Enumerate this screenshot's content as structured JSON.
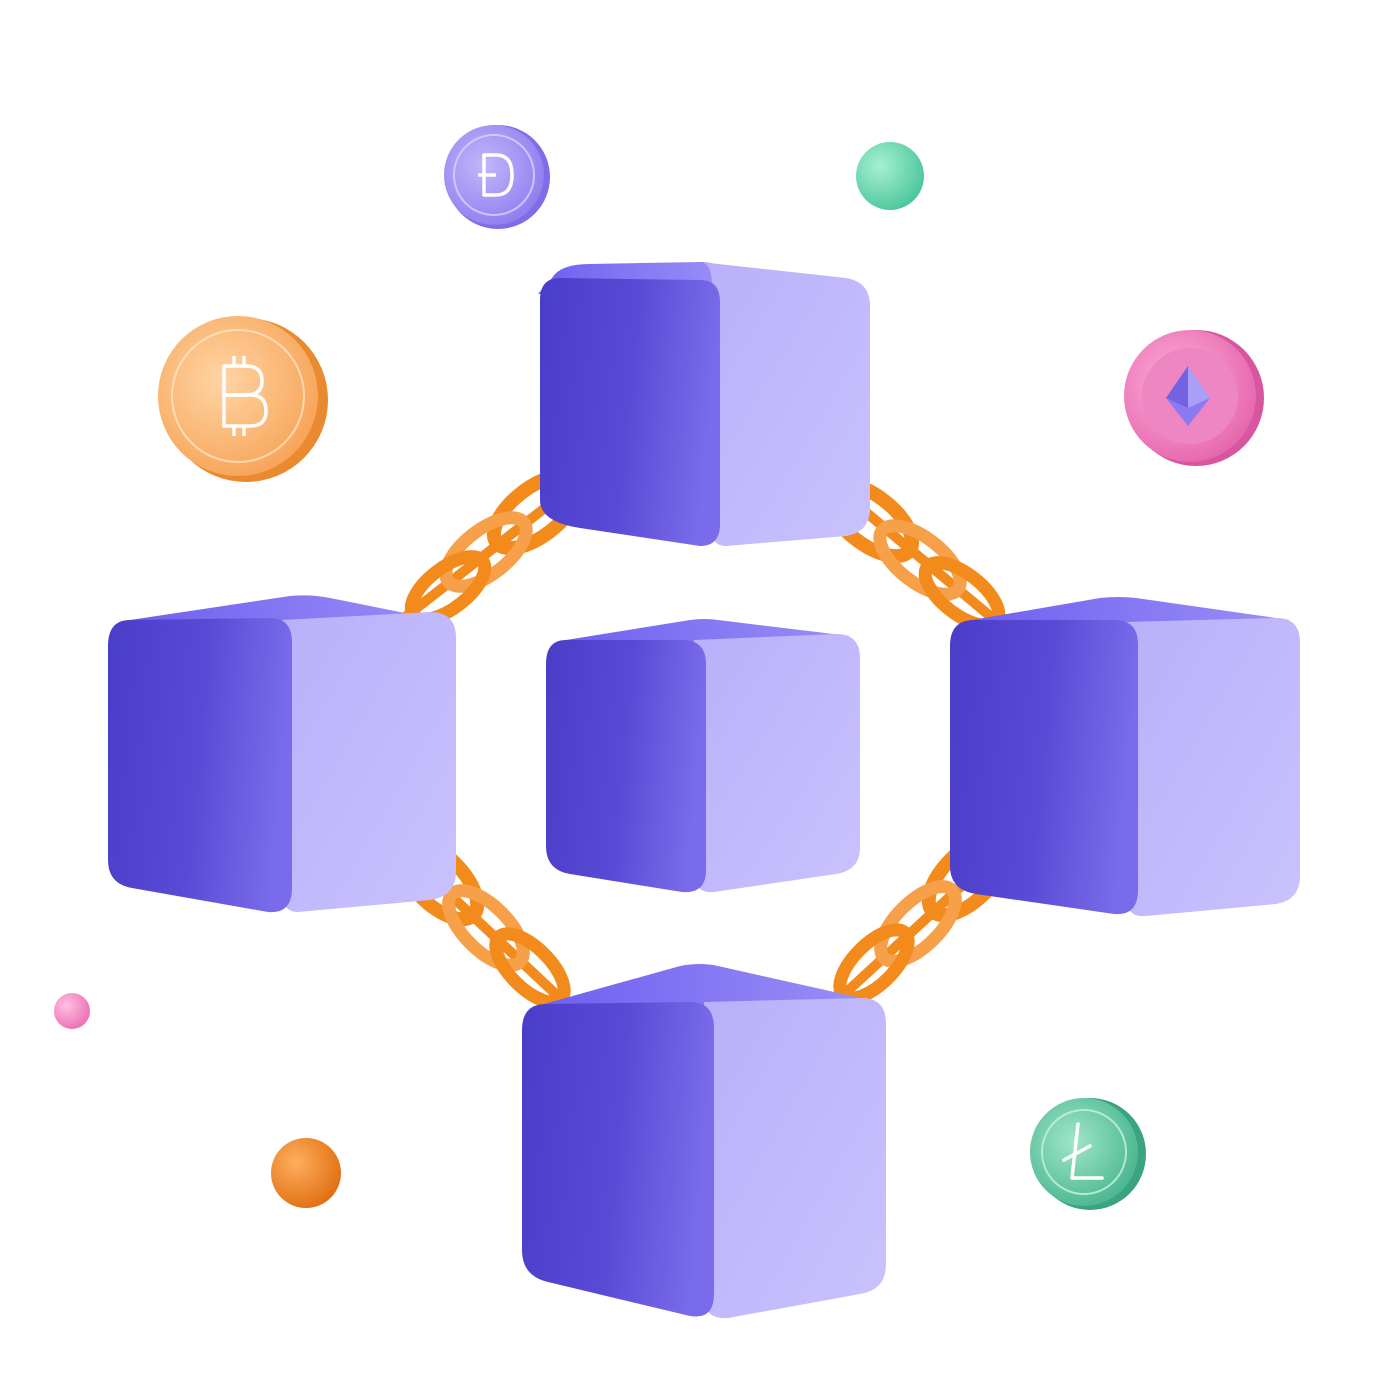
{
  "colors": {
    "background": "#ffffff",
    "cube_light": "#c3bcfb",
    "cube_mid": "#8f82f2",
    "cube_dark": "#4a3dc8",
    "chain": "#f28a1c",
    "chain_highlight": "#ffb463",
    "bitcoin": "#f6a050",
    "dogecoin": "#9c8cf0",
    "ethereum": "#ec6fb5",
    "litecoin": "#4bbf98",
    "orb_teal": "#6fd7b2",
    "orb_pink": "#f28fc8",
    "orb_orange": "#ef8220"
  },
  "coins": [
    {
      "name": "dogecoin",
      "symbol": "Ð",
      "icon": "dogecoin-icon"
    },
    {
      "name": "bitcoin",
      "symbol": "B",
      "icon": "bitcoin-icon"
    },
    {
      "name": "ethereum",
      "symbol": "diamond",
      "icon": "ethereum-icon"
    },
    {
      "name": "litecoin",
      "symbol": "Ł",
      "icon": "litecoin-icon"
    }
  ],
  "blocks": [
    "top",
    "left",
    "center",
    "right",
    "bottom"
  ],
  "chains": [
    "top-left",
    "top-right",
    "bottom-left",
    "bottom-right"
  ],
  "orbs": [
    "teal",
    "pink",
    "orange"
  ]
}
